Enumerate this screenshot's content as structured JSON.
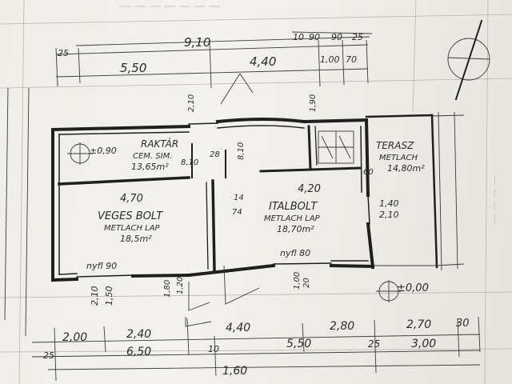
{
  "dimensions": {
    "top_total": "9,10",
    "top_left": "25",
    "top_mid": "5,50",
    "top_right": "4,40",
    "top_small_a": "10",
    "top_small_b": "90",
    "top_small_c": "90",
    "top_small_d": "25",
    "top_small_e": "1,00",
    "top_small_f": "70",
    "bottom_a1": "2,00",
    "bottom_a2": "2,40",
    "bottom_a3": "4,40",
    "bottom_a4": "2,80",
    "bottom_a5": "2,70",
    "bottom_a6": "30",
    "bottom_b1": "25",
    "bottom_b2": "6,50",
    "bottom_b3": "5,50",
    "bottom_b4": "25",
    "bottom_b5": "3,00",
    "bottom_c1": "10",
    "bottom_c2": "1,60"
  },
  "rooms": {
    "raktar": {
      "name": "RAKTÁR",
      "floor": "CEM. SIM.",
      "area": "13,65m²"
    },
    "veges_bolt": {
      "name": "VEGES BOLT",
      "floor": "METLACH LAP",
      "area": "18,5m²",
      "width": "4,70"
    },
    "italbolt": {
      "name": "ITALBOLT",
      "floor": "METLACH LAP",
      "area": "18,70m²",
      "width": "4,20"
    },
    "terasz": {
      "name": "TERASZ",
      "floor": "METLACH",
      "area": "14,80m²"
    }
  },
  "labels": {
    "level_left": "±0,90",
    "level_right": "±0,00",
    "door_left": "nyfl 90",
    "door_right": "nyfl 80",
    "n_28": "28",
    "n_810": "8,10",
    "n_210": "2,10",
    "n_14": "14",
    "n_74": "74",
    "n_140": "1,40",
    "n_210b": "2,10",
    "n_60": "60",
    "n_180": "1,80",
    "n_120": "1,20",
    "n_210c": "2,10",
    "n_150": "1,50",
    "n_100": "1,00",
    "n_20": "20",
    "n_190": "1,90",
    "n_810b": "8,10"
  }
}
